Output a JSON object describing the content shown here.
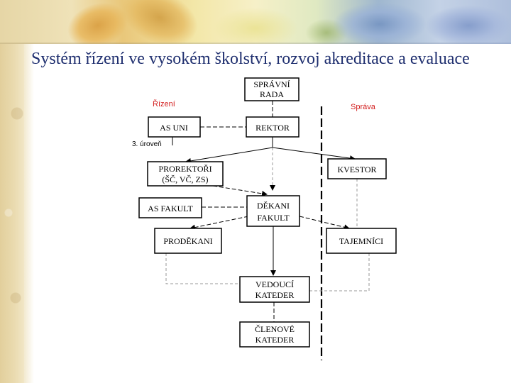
{
  "slide": {
    "title": "Systém řízení ve vysokém školství, rozvoj akreditace a evaluace"
  },
  "diagram": {
    "labels": {
      "rizeni": "Řízení",
      "sprava": "Správa",
      "level3": "3. úroveň"
    },
    "boxes": {
      "spravni_rada": [
        "SPRÁVNÍ",
        "RADA"
      ],
      "as_uni": [
        "AS UNI"
      ],
      "rektor": [
        "REKTOR"
      ],
      "prorektori": [
        "PROREKTOŘI",
        "(ŠČ, VČ, ZS)"
      ],
      "kvestor": [
        "KVESTOR"
      ],
      "as_fakult": [
        "AS FAKULT"
      ],
      "dekani": [
        "DĚKANI",
        "FAKULT"
      ],
      "prodekani": [
        "PRODĚKANI"
      ],
      "tajemnici": [
        "TAJEMNÍCI"
      ],
      "vedouci": [
        "VEDOUCÍ",
        "KATEDER"
      ],
      "clenove": [
        "ČLENOVÉ",
        "KATEDER"
      ]
    }
  },
  "colors": {
    "title": "#1f2f6f",
    "labels": "#d21d1d"
  }
}
